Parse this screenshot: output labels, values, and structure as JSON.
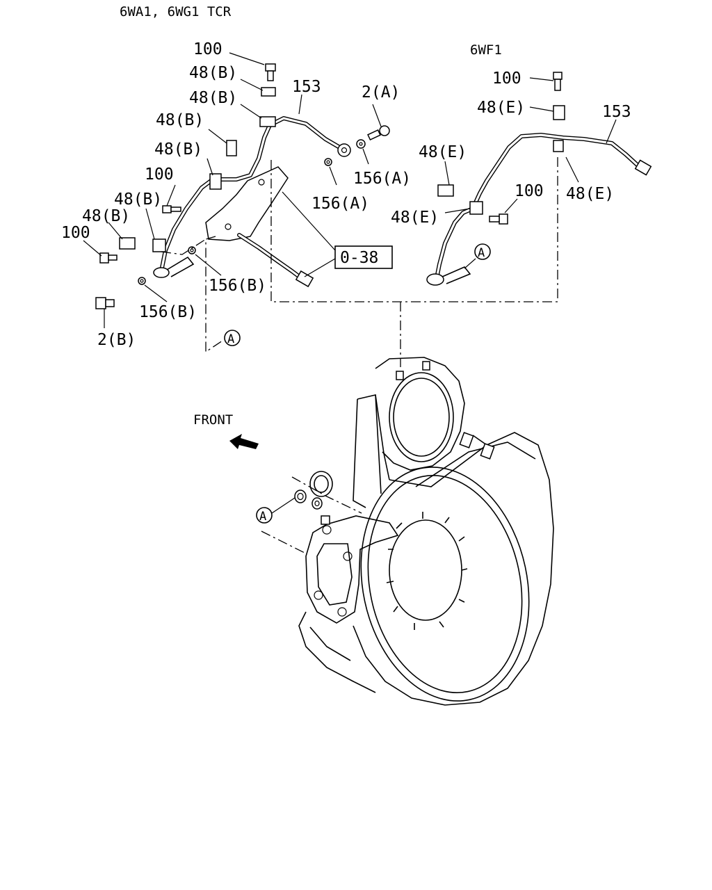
{
  "header": {
    "left_model": "6WA1, 6WG1  TCR",
    "right_model": "6WF1",
    "front_label": "FRONT"
  },
  "refbox": {
    "label": "0-38"
  },
  "callouts": {
    "marker": "A",
    "left": {
      "bolt_top": "100",
      "clip_1": "48(B)",
      "clip_2": "48(B)",
      "clip_3": "48(B)",
      "clip_4": "48(B)",
      "bolt_mid": "100",
      "clip_5": "48(B)",
      "clip_6": "48(B)",
      "bolt_left": "100",
      "pipe": "153",
      "eyebolt_a": "2(A)",
      "washer_a1": "156(A)",
      "washer_a2": "156(A)",
      "washer_b1": "156(B)",
      "washer_b2": "156(B)",
      "eyebolt_b": "2(B)"
    },
    "right": {
      "bolt_top": "100",
      "clip_top": "48(E)",
      "pipe": "153",
      "clip_left": "48(E)",
      "bolt_mid": "100",
      "clip_right": "48(E)",
      "clip_lower": "48(E)"
    }
  }
}
